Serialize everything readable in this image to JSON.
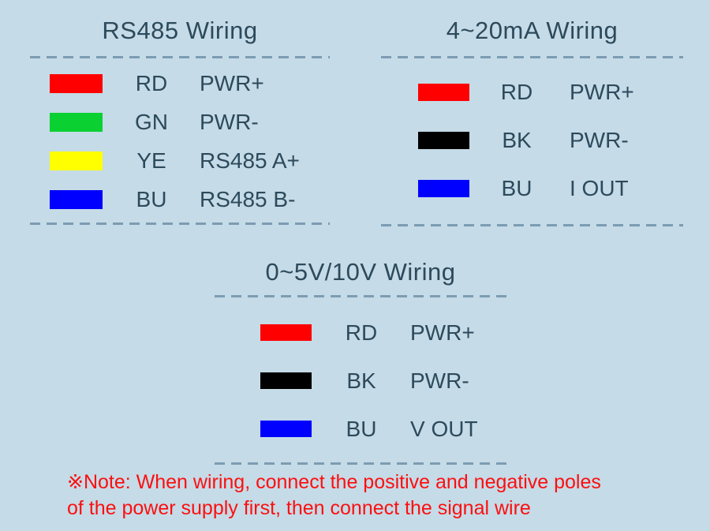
{
  "page": {
    "background_color": "#c5dbe7",
    "text_color": "#2d4a5c",
    "dash_color": "#7d9cb2",
    "note_color": "#fb1010"
  },
  "sections": [
    {
      "title": "RS485 Wiring",
      "rows": [
        {
          "color_name": "red",
          "hex": "#ff0000",
          "abbr": "RD",
          "signal": "PWR+"
        },
        {
          "color_name": "green",
          "hex": "#0bd032",
          "abbr": "GN",
          "signal": "PWR-"
        },
        {
          "color_name": "yellow",
          "hex": "#ffff00",
          "abbr": "YE",
          "signal": "RS485 A+"
        },
        {
          "color_name": "blue",
          "hex": "#0000ff",
          "abbr": "BU",
          "signal": "RS485 B-"
        }
      ]
    },
    {
      "title": "4~20mA Wiring",
      "rows": [
        {
          "color_name": "red",
          "hex": "#ff0000",
          "abbr": "RD",
          "signal": "PWR+"
        },
        {
          "color_name": "black",
          "hex": "#000000",
          "abbr": "BK",
          "signal": "PWR-"
        },
        {
          "color_name": "blue",
          "hex": "#0000ff",
          "abbr": "BU",
          "signal": "I OUT"
        }
      ]
    },
    {
      "title": "0~5V/10V Wiring",
      "rows": [
        {
          "color_name": "red",
          "hex": "#ff0000",
          "abbr": "RD",
          "signal": "PWR+"
        },
        {
          "color_name": "black",
          "hex": "#000000",
          "abbr": "BK",
          "signal": "PWR-"
        },
        {
          "color_name": "blue",
          "hex": "#0000ff",
          "abbr": "BU",
          "signal": "V OUT"
        }
      ]
    }
  ],
  "note": {
    "line1": "※Note: When wiring, connect the positive and negative poles",
    "line2": "of the power supply first, then connect the signal wire"
  }
}
